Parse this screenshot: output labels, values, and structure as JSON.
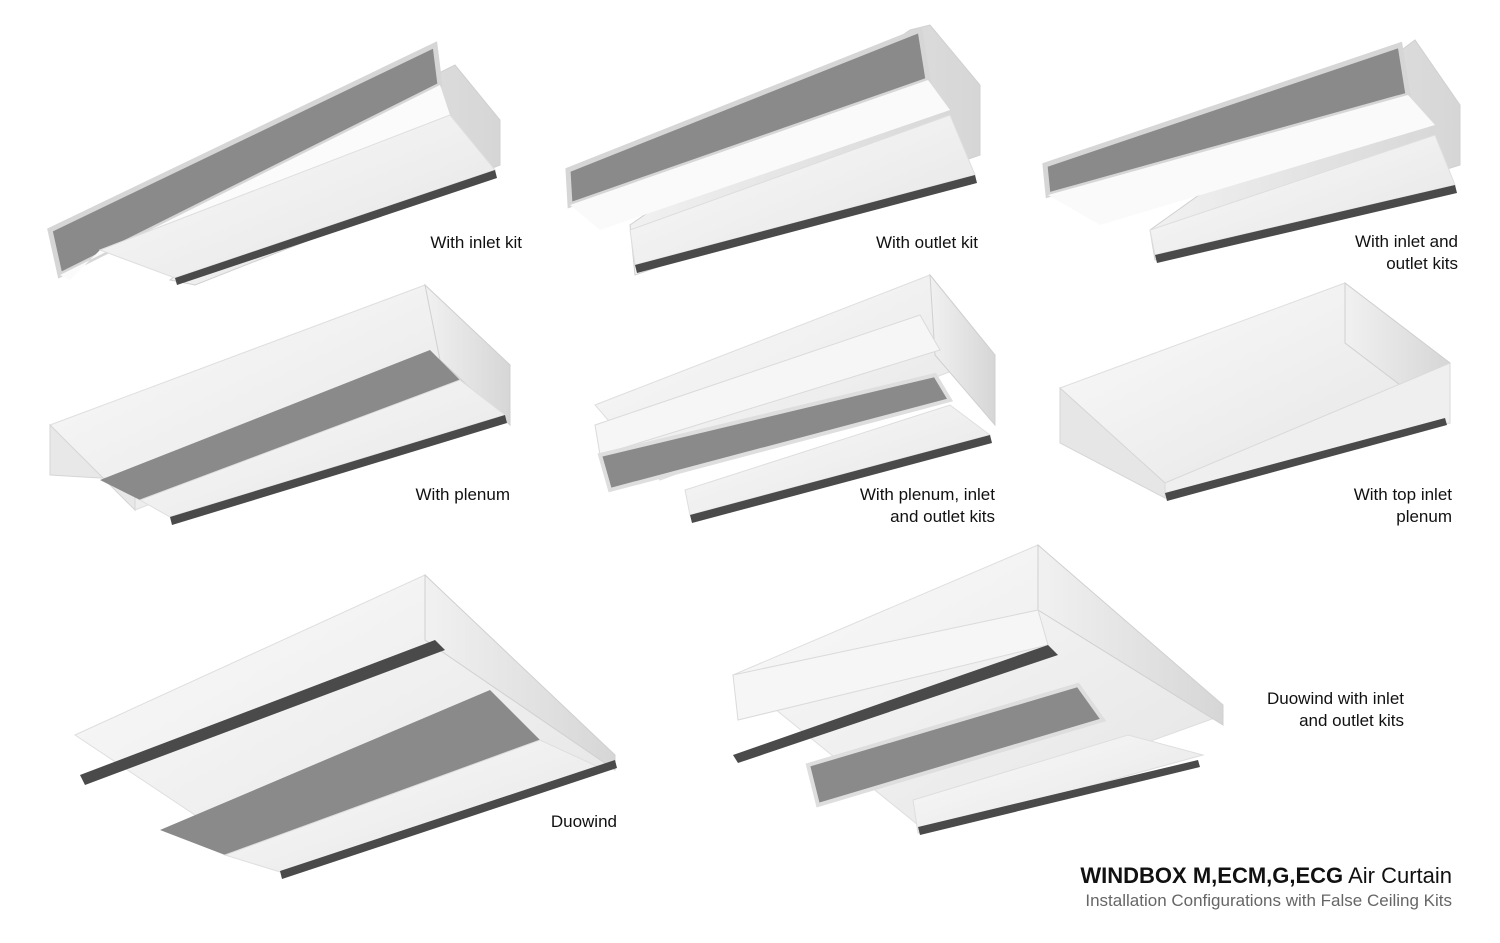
{
  "configurations": [
    {
      "id": "inlet-kit",
      "caption": [
        "With inlet kit"
      ]
    },
    {
      "id": "outlet-kit",
      "caption": [
        "With outlet kit"
      ]
    },
    {
      "id": "inlet-outlet-kits",
      "caption": [
        "With inlet and",
        "outlet kits"
      ]
    },
    {
      "id": "plenum",
      "caption": [
        "With plenum"
      ]
    },
    {
      "id": "plenum-inlet-outlet",
      "caption": [
        "With plenum, inlet",
        "and outlet kits"
      ]
    },
    {
      "id": "top-inlet-plenum",
      "caption": [
        "With top inlet",
        "plenum"
      ]
    },
    {
      "id": "duowind",
      "caption": [
        "Duowind"
      ]
    },
    {
      "id": "duowind-inlet-outlet",
      "caption": [
        "Duowind with inlet",
        "and outlet kits"
      ]
    }
  ],
  "title": {
    "product": "WINDBOX M,ECM,G,ECG",
    "suffix": " Air Curtain",
    "subtitle": "Installation Configurations with False Ceiling Kits"
  },
  "colors": {
    "panel_light": "#f4f4f4",
    "panel_mid": "#e2e2e2",
    "panel_dark": "#cfcfcf",
    "grille": "#8c8c8c",
    "slot": "#4a4a4a"
  }
}
